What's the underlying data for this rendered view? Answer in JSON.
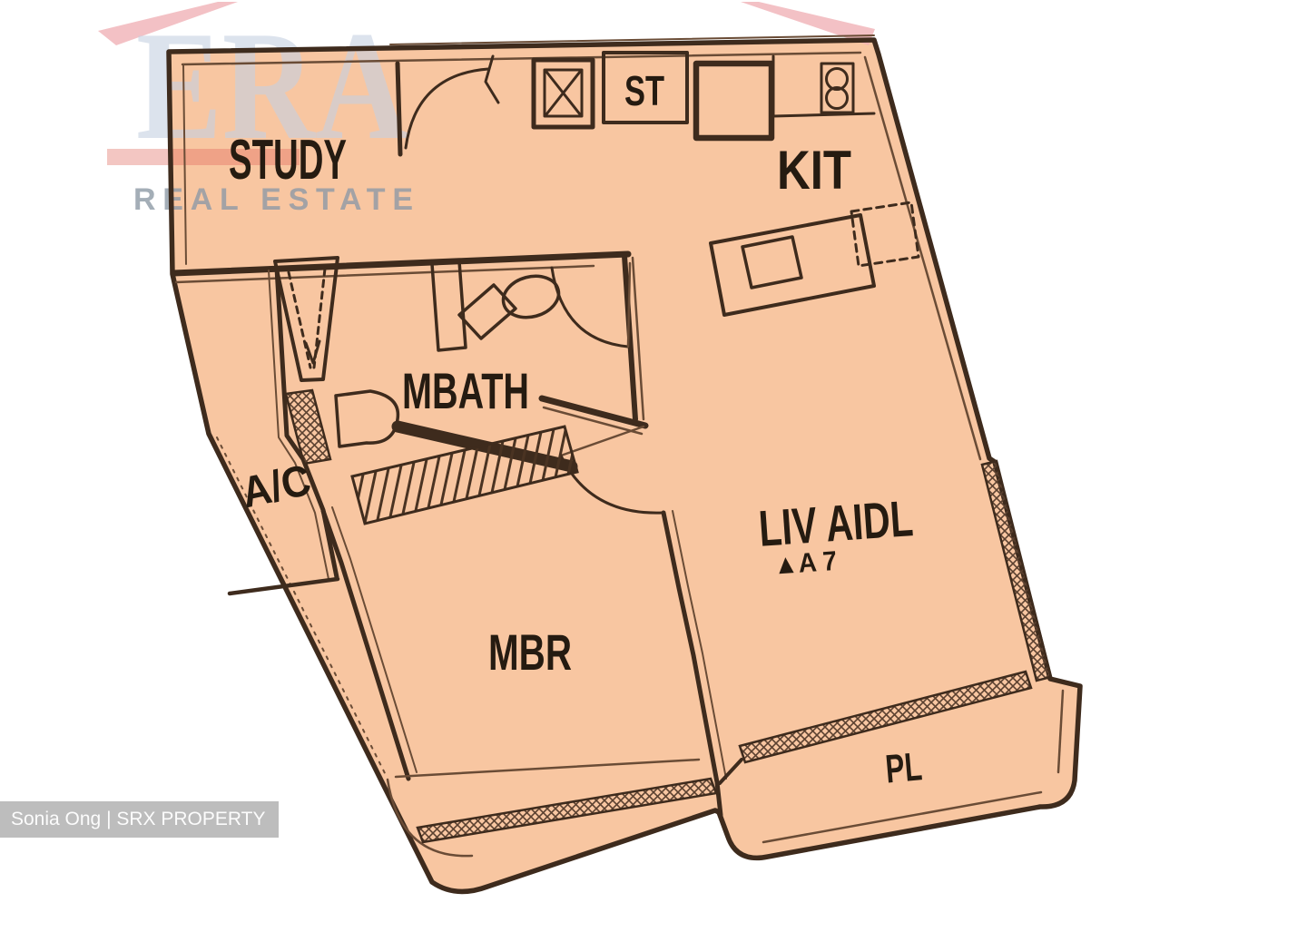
{
  "watermark": {
    "brand": "ERA",
    "tagline": "REAL ESTATE"
  },
  "badge": {
    "text": "Sonia Ong | SRX PROPERTY"
  },
  "floorplan": {
    "rooms": [
      {
        "id": "study",
        "label": "STUDY"
      },
      {
        "id": "kit",
        "label": "KIT"
      },
      {
        "id": "st",
        "label": "ST"
      },
      {
        "id": "mbath",
        "label": "MBATH"
      },
      {
        "id": "ac",
        "label": "A/C"
      },
      {
        "id": "livdin",
        "label": "LIV AIDL",
        "sublabel": "▲A 7"
      },
      {
        "id": "mbr",
        "label": "MBR"
      },
      {
        "id": "pl",
        "label": "PL"
      }
    ]
  },
  "colors": {
    "plan_fill": "#f8c6a1",
    "wall_line": "#3e2b1d",
    "wall_line_thin": "#6a4c36",
    "label_ink": "#251b11",
    "watermark_letters": "#c6d1e2",
    "watermark_stripe": "#e06a5e",
    "watermark_roof": "#f0b2b6",
    "watermark_tagline": "#8e9aa6",
    "badge_bg": "#bdbdbd",
    "badge_fg": "#fcfcfc",
    "page_bg": "#ffffff"
  }
}
